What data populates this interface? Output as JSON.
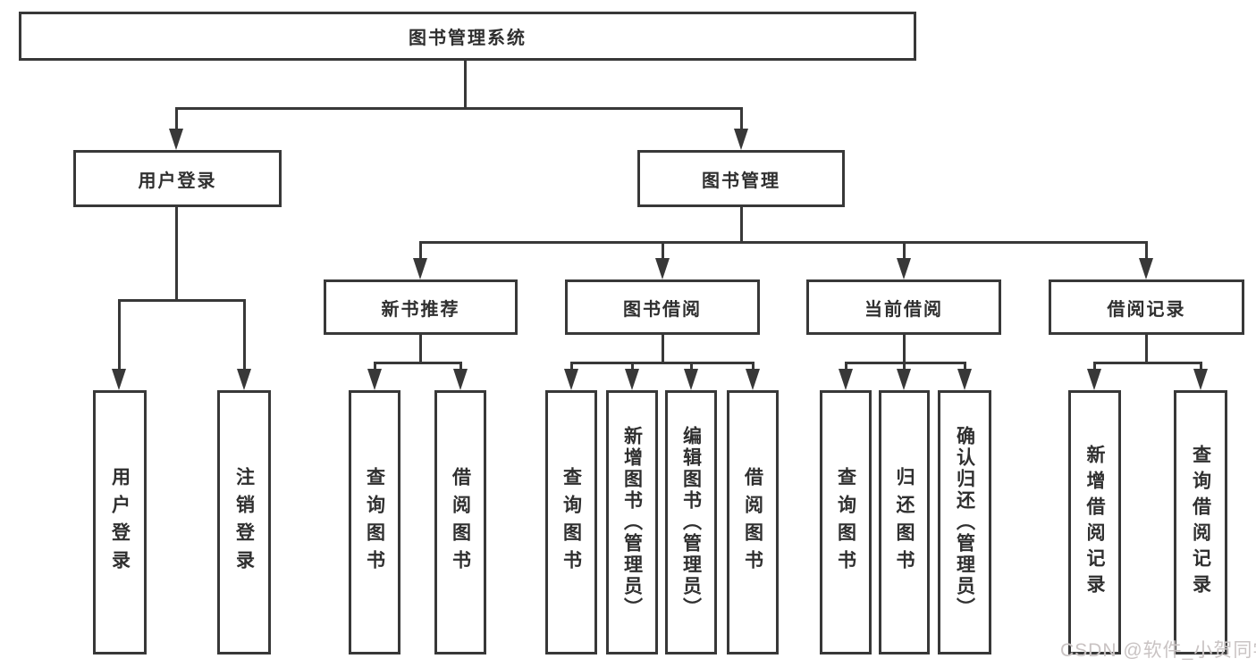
{
  "tree": {
    "label": "图书管理系统",
    "children": [
      {
        "label": "用户登录",
        "children": [
          {
            "label": "用户登录"
          },
          {
            "label": "注销登录"
          }
        ]
      },
      {
        "label": "图书管理",
        "children": [
          {
            "label": "新书推荐",
            "children": [
              {
                "label": "查询图书"
              },
              {
                "label": "借阅图书"
              }
            ]
          },
          {
            "label": "图书借阅",
            "children": [
              {
                "label": "查询图书"
              },
              {
                "label": "新增图书（管理员）"
              },
              {
                "label": "编辑图书（管理员）"
              },
              {
                "label": "借阅图书"
              }
            ]
          },
          {
            "label": "当前借阅",
            "children": [
              {
                "label": "查询图书"
              },
              {
                "label": "归还图书"
              },
              {
                "label": "确认归还（管理员）"
              }
            ]
          },
          {
            "label": "借阅记录",
            "children": [
              {
                "label": "新增借阅记录"
              },
              {
                "label": "查询借阅记录"
              }
            ]
          }
        ]
      }
    ]
  },
  "watermark": "CSDN @软件_小贺同学",
  "colors": {
    "line": "#383838",
    "text": "#2f2f2f",
    "watermark": "#c9c3c3",
    "background": "#ffffff"
  }
}
